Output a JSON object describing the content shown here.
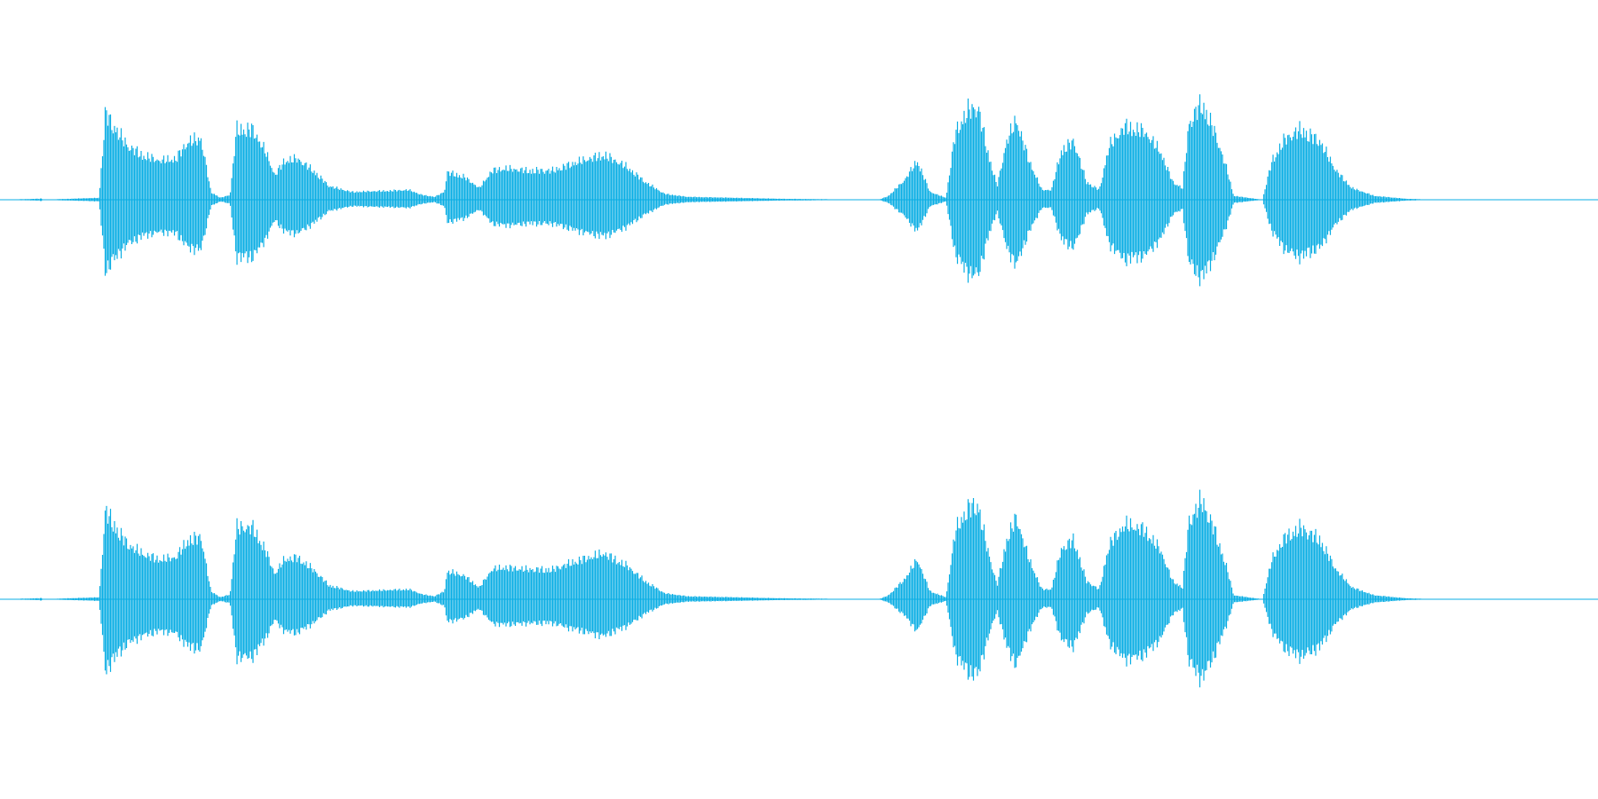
{
  "waveform": {
    "color": "#0aaee4",
    "channels": [
      {
        "name_tag": "channel-1"
      },
      {
        "name_tag": "channel-2"
      }
    ],
    "envelope_points": [
      [
        0.0,
        0.0
      ],
      [
        0.024,
        0.01
      ],
      [
        0.026,
        0.0
      ],
      [
        0.062,
        0.02
      ],
      [
        0.066,
        0.9
      ],
      [
        0.07,
        0.78
      ],
      [
        0.08,
        0.55
      ],
      [
        0.09,
        0.45
      ],
      [
        0.1,
        0.4
      ],
      [
        0.11,
        0.42
      ],
      [
        0.118,
        0.6
      ],
      [
        0.126,
        0.62
      ],
      [
        0.132,
        0.08
      ],
      [
        0.138,
        0.02
      ],
      [
        0.144,
        0.05
      ],
      [
        0.148,
        0.72
      ],
      [
        0.158,
        0.72
      ],
      [
        0.166,
        0.5
      ],
      [
        0.172,
        0.25
      ],
      [
        0.178,
        0.4
      ],
      [
        0.186,
        0.42
      ],
      [
        0.196,
        0.3
      ],
      [
        0.206,
        0.14
      ],
      [
        0.22,
        0.08
      ],
      [
        0.24,
        0.09
      ],
      [
        0.256,
        0.1
      ],
      [
        0.264,
        0.05
      ],
      [
        0.272,
        0.03
      ],
      [
        0.278,
        0.08
      ],
      [
        0.28,
        0.28
      ],
      [
        0.29,
        0.24
      ],
      [
        0.3,
        0.12
      ],
      [
        0.308,
        0.3
      ],
      [
        0.316,
        0.32
      ],
      [
        0.33,
        0.3
      ],
      [
        0.346,
        0.3
      ],
      [
        0.36,
        0.38
      ],
      [
        0.378,
        0.46
      ],
      [
        0.392,
        0.34
      ],
      [
        0.404,
        0.18
      ],
      [
        0.416,
        0.06
      ],
      [
        0.43,
        0.03
      ],
      [
        0.46,
        0.02
      ],
      [
        0.488,
        0.01
      ],
      [
        0.55,
        0.0
      ],
      [
        0.556,
        0.04
      ],
      [
        0.566,
        0.2
      ],
      [
        0.574,
        0.4
      ],
      [
        0.582,
        0.08
      ],
      [
        0.592,
        0.02
      ],
      [
        0.598,
        0.7
      ],
      [
        0.606,
        0.92
      ],
      [
        0.612,
        0.95
      ],
      [
        0.618,
        0.5
      ],
      [
        0.624,
        0.14
      ],
      [
        0.63,
        0.6
      ],
      [
        0.636,
        0.82
      ],
      [
        0.644,
        0.4
      ],
      [
        0.652,
        0.1
      ],
      [
        0.658,
        0.1
      ],
      [
        0.664,
        0.5
      ],
      [
        0.672,
        0.6
      ],
      [
        0.68,
        0.18
      ],
      [
        0.688,
        0.1
      ],
      [
        0.694,
        0.55
      ],
      [
        0.704,
        0.75
      ],
      [
        0.716,
        0.7
      ],
      [
        0.726,
        0.5
      ],
      [
        0.734,
        0.18
      ],
      [
        0.74,
        0.12
      ],
      [
        0.744,
        0.78
      ],
      [
        0.752,
        1.0
      ],
      [
        0.76,
        0.7
      ],
      [
        0.768,
        0.3
      ],
      [
        0.772,
        0.04
      ],
      [
        0.79,
        0.0
      ],
      [
        0.796,
        0.4
      ],
      [
        0.804,
        0.62
      ],
      [
        0.814,
        0.72
      ],
      [
        0.826,
        0.6
      ],
      [
        0.836,
        0.3
      ],
      [
        0.846,
        0.12
      ],
      [
        0.86,
        0.04
      ],
      [
        0.88,
        0.01
      ],
      [
        0.9,
        0.0
      ],
      [
        1.0,
        0.0
      ]
    ]
  }
}
